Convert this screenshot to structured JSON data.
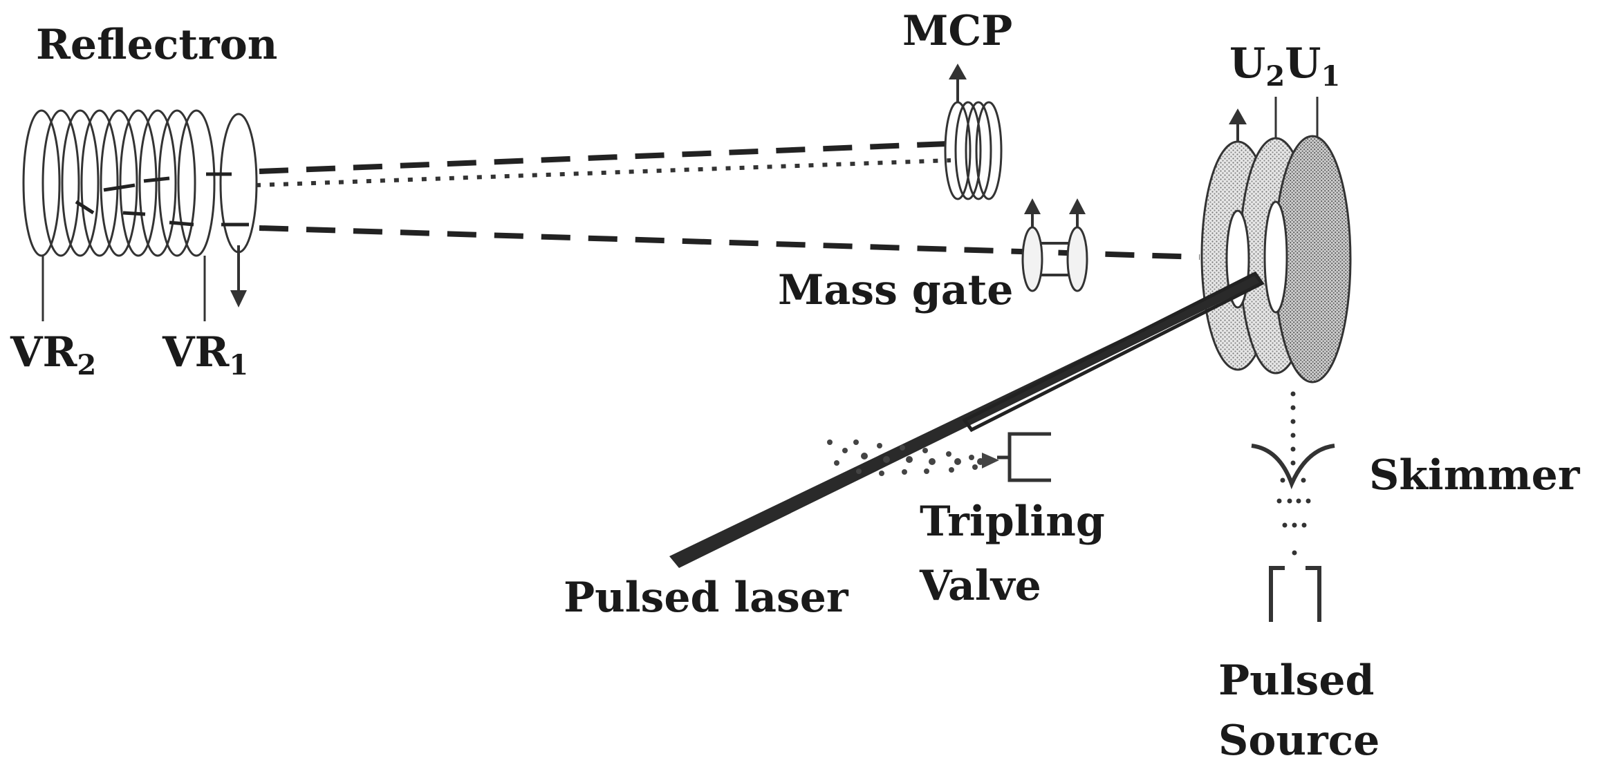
{
  "labels": {
    "reflectron": "Reflectron",
    "mcp": "MCP",
    "u_top": {
      "u2_base": "U",
      "u2_sub": "2",
      "u1_base": "U",
      "u1_sub": "1"
    },
    "vr2": {
      "base": "VR",
      "sub": "2"
    },
    "vr1": {
      "base": "VR",
      "sub": "1"
    },
    "mass_gate": "Mass gate",
    "skimmer": "Skimmer",
    "tripling_valve_line1": "Tripling",
    "tripling_valve_line2": "Valve",
    "pulsed_laser": "Pulsed laser",
    "pulsed_source_line1": "Pulsed",
    "pulsed_source_line2": "Source"
  },
  "colors": {
    "ink": "#1a1a1a",
    "stipple": "#9a9a9a",
    "stipple_light": "#c8c8c8"
  }
}
